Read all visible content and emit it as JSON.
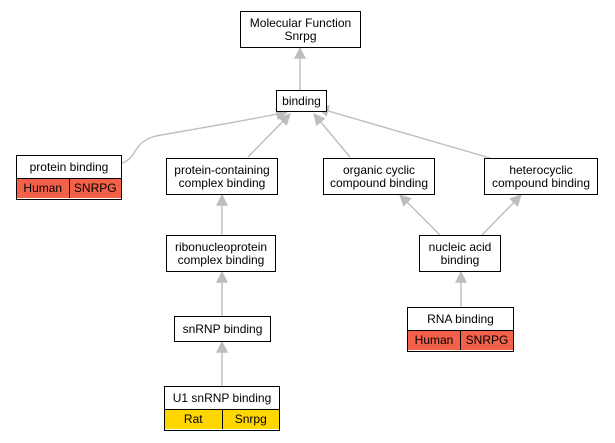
{
  "colors": {
    "edge": "#bdbdbd",
    "human": "#f4614a",
    "rat": "#ffd700"
  },
  "nodes": {
    "root": {
      "line1": "Molecular Function",
      "line2": "Snrpg"
    },
    "binding": {
      "line1": "binding"
    },
    "protein_binding": {
      "line1": "protein binding",
      "species": "Human",
      "gene": "SNRPG"
    },
    "protein_containing": {
      "line1": "protein-containing",
      "line2": "complex binding"
    },
    "organic_cyclic": {
      "line1": "organic cyclic",
      "line2": "compound binding"
    },
    "heterocyclic": {
      "line1": "heterocyclic",
      "line2": "compound binding"
    },
    "ribonucleoprotein": {
      "line1": "ribonucleoprotein",
      "line2": "complex binding"
    },
    "nucleic_acid": {
      "line1": "nucleic acid",
      "line2": "binding"
    },
    "snrnp": {
      "line1": "snRNP binding"
    },
    "rna_binding": {
      "line1": "RNA binding",
      "species": "Human",
      "gene": "SNRPG"
    },
    "u1_snrnp": {
      "line1": "U1 snRNP binding",
      "species": "Rat",
      "gene": "Snrpg"
    }
  }
}
